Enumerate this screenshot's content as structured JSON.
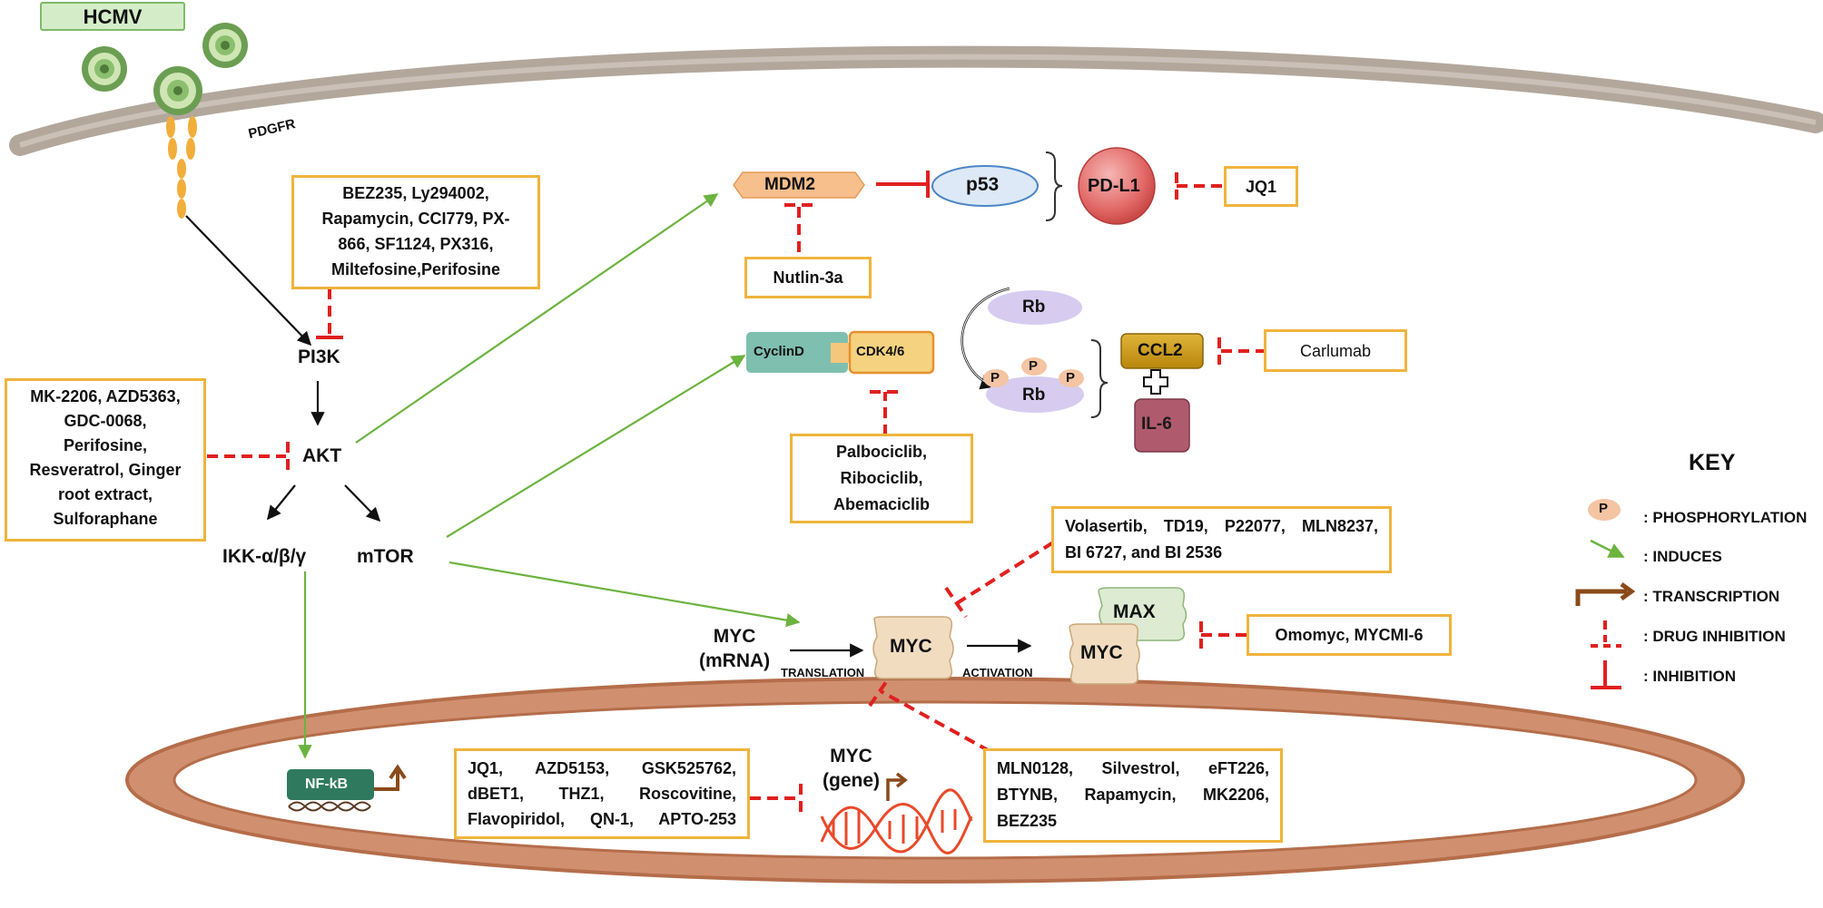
{
  "virus": {
    "label": "HCMV",
    "receptor": "PDGFR"
  },
  "pathway": {
    "pi3k": "PI3K",
    "akt": "AKT",
    "ikk": "IKK-α/β/γ",
    "mtor": "mTOR",
    "mdm2": "MDM2",
    "p53": "p53",
    "pdl1": "PD-L1",
    "cyclind": "CyclinD",
    "cdk46": "CDK4/6",
    "rb": "Rb",
    "rb_p": "Rb",
    "p": "P",
    "ccl2": "CCL2",
    "il6": "IL-6",
    "myc_mrna": [
      "MYC",
      "(mRNA)"
    ],
    "myc": "MYC",
    "max": "MAX",
    "myc2": "MYC",
    "translation": "TRANSLATION",
    "activation": "ACTIVATION",
    "nfkb": "NF-kB",
    "myc_gene": [
      "MYC",
      "(gene)"
    ]
  },
  "drugs": {
    "pi3k_inhibitors": [
      "BEZ235, Ly294002,",
      "Rapamycin, CCI779, PX-",
      "866, SF1124, PX316,",
      "Miltefosine,Perifosine"
    ],
    "akt_inhibitors": [
      "MK-2206, AZD5363,",
      "GDC-0068,",
      "Perifosine,",
      "Resveratrol, Ginger",
      "root extract,",
      "Sulforaphane"
    ],
    "mdm2_inhibitor": "Nutlin-3a",
    "pdl1_inhibitor": "JQ1",
    "cdk_inhibitors": [
      "Palbociclib,",
      "Ribociclib,",
      "Abemaciclib"
    ],
    "ccl2_inhibitor": "Carlumab",
    "myc_activation_inhibitors": [
      "Volasertib,  TD19,  P22077,  MLN8237,",
      "BI 6727, and BI 2536"
    ],
    "max_inhibitors": "Omomyc, MYCMI-6",
    "translation_inhibitors": [
      "MLN0128,  Silvestrol,  eFT226,",
      "BTYNB,  Rapamycin,  MK2206,",
      "BEZ235"
    ],
    "transcription_inhibitors": [
      "JQ1,  AZD5153,  GSK525762,",
      "dBET1,  THZ1,  Roscovitine,",
      "Flavopiridol, QN-1, APTO-253"
    ]
  },
  "key": {
    "title": "KEY",
    "p_symbol": "P",
    "phosphorylation": ": PHOSPHORYLATION",
    "induces": ": INDUCES",
    "transcription": ": TRANSCRIPTION",
    "drug_inhibition": ": DRUG INHIBITION",
    "inhibition": ": INHIBITION"
  },
  "colors": {
    "induce_arrow": "#6cb33f",
    "inhibit": "#e0201f",
    "drug_box_border": "#f0b43c",
    "membrane": "#b3a79c",
    "nucleus": "#c8805e"
  }
}
